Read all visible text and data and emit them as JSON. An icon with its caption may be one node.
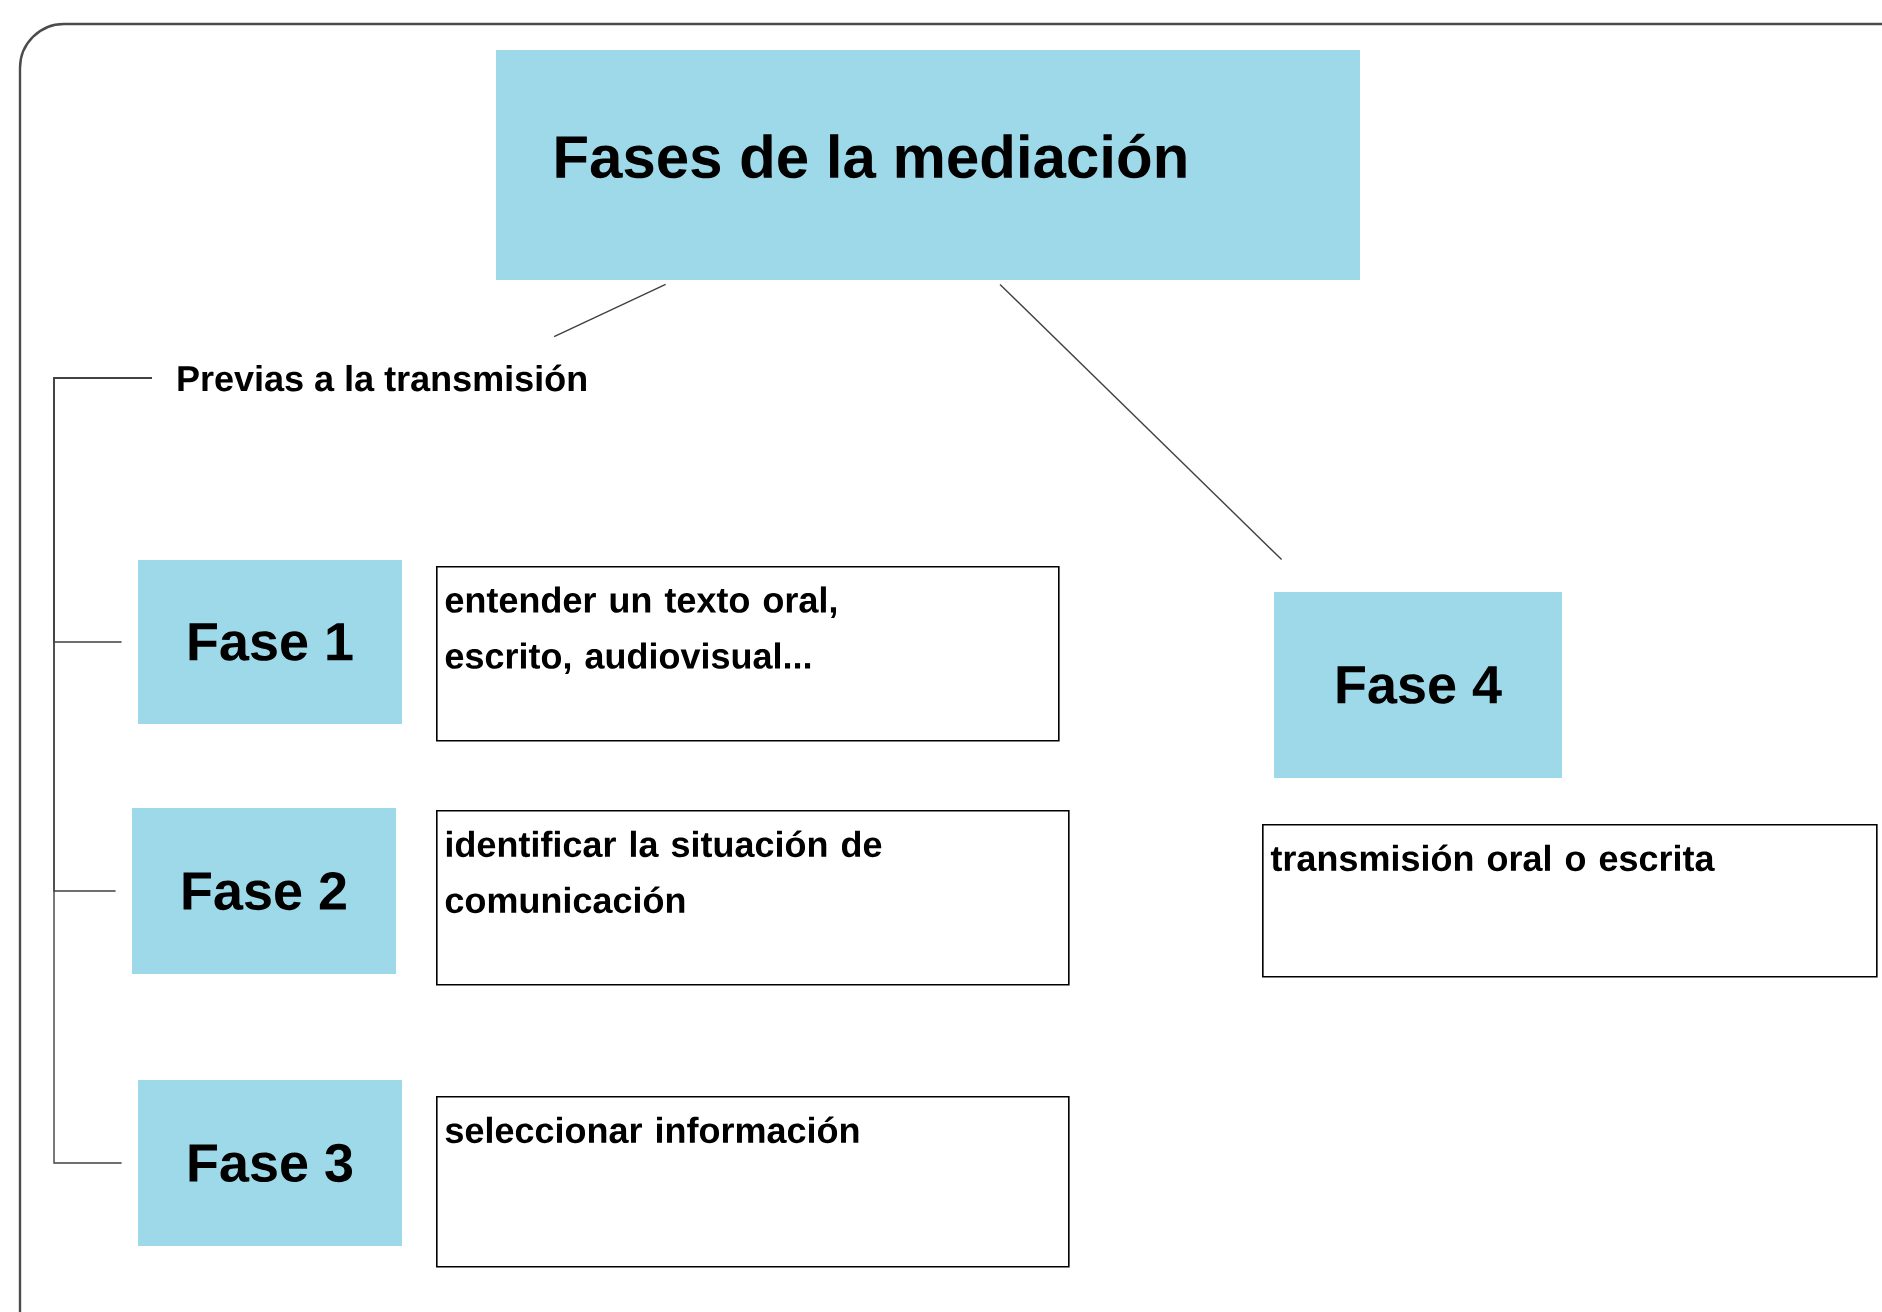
{
  "diagram": {
    "nodes": [
      {
        "text": [
          "Fases de la mediación"
        ]
      },
      {
        "text": [
          "Previas a la transmisión"
        ]
      },
      {
        "text": [
          "Fase 1"
        ]
      },
      {
        "text": [
          "entender un texto oral, escrito, audiovisual..."
        ]
      },
      {
        "text": [
          "Fase 2"
        ]
      },
      {
        "text": [
          "identificar la situación de comunicación"
        ]
      },
      {
        "text": [
          "Fase 3"
        ]
      },
      {
        "text": [
          "seleccionar información"
        ]
      },
      {
        "text": [
          "Fase 4"
        ]
      },
      {
        "text": [
          "transmisión oral o escrita"
        ]
      }
    ],
    "edges": [
      {
        "from": 0,
        "to": 1,
        "arrow": "none"
      },
      {
        "from": 0,
        "to": 8,
        "arrow": "none"
      },
      {
        "from": 1,
        "to": 2,
        "arrow": "none"
      },
      {
        "from": 1,
        "to": 4,
        "arrow": "none"
      },
      {
        "from": 1,
        "to": 6,
        "arrow": "none"
      }
    ]
  }
}
